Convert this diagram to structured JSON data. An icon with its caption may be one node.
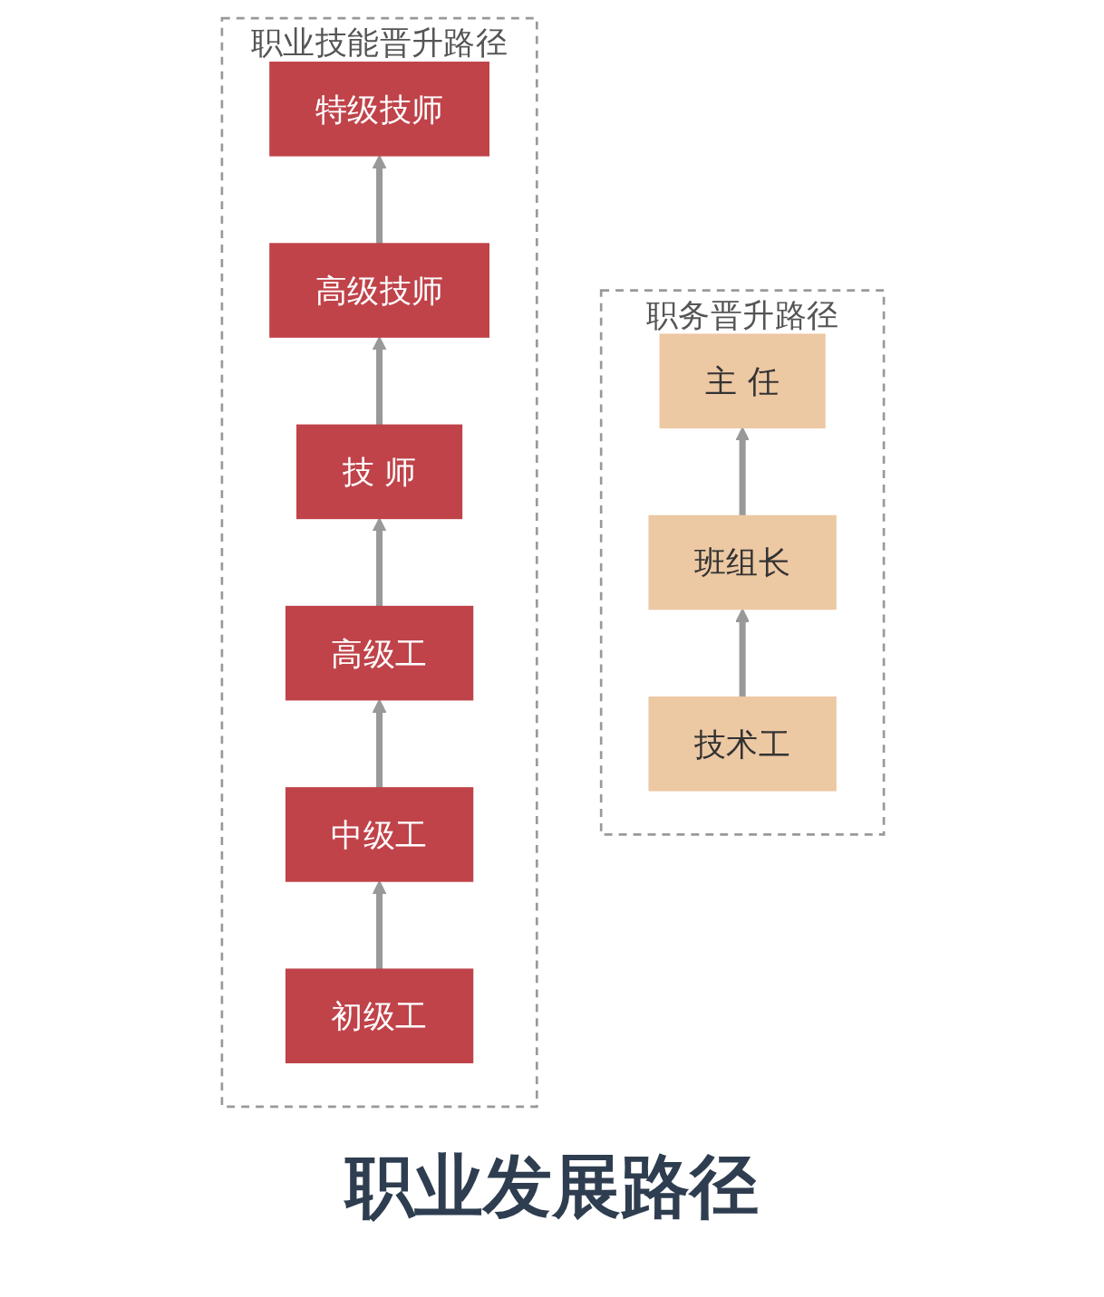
{
  "diagram": {
    "title": "职业发展路径",
    "nodes": [
      {
        "text": [
          "职务晋升路径"
        ]
      },
      {
        "text": [
          "主 任"
        ],
        "in": 0
      },
      {
        "text": [
          "班组长"
        ],
        "in": 0
      },
      {
        "text": [
          "技术工"
        ],
        "in": 0
      },
      {
        "text": [
          "职业技能晋升路径"
        ]
      },
      {
        "text": [
          "特级技师"
        ],
        "in": 4
      },
      {
        "text": [
          "高级技师"
        ],
        "in": 4
      },
      {
        "text": [
          "技 师"
        ],
        "in": 4
      },
      {
        "text": [
          "高级工"
        ],
        "in": 4
      },
      {
        "text": [
          "中级工"
        ],
        "in": 4
      },
      {
        "text": [
          "初级工"
        ],
        "in": 4
      }
    ],
    "edges": [
      {
        "from": 3,
        "to": 2,
        "arrow": "to"
      },
      {
        "from": 2,
        "to": 1,
        "arrow": "to"
      },
      {
        "from": 10,
        "to": 9,
        "arrow": "to"
      },
      {
        "from": 9,
        "to": 8,
        "arrow": "to"
      },
      {
        "from": 8,
        "to": 7,
        "arrow": "to"
      },
      {
        "from": 7,
        "to": 6,
        "arrow": "to"
      },
      {
        "from": 6,
        "to": 5,
        "arrow": "to"
      }
    ]
  }
}
